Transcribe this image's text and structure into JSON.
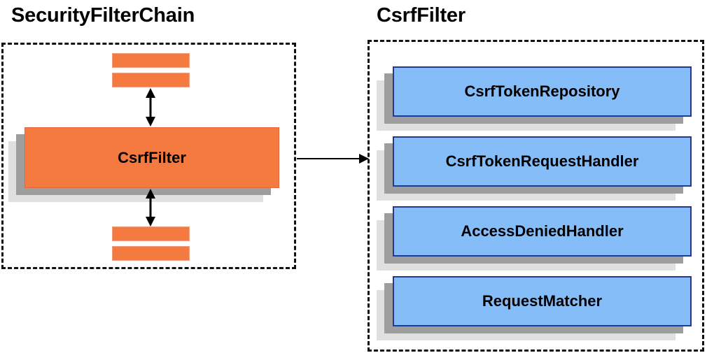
{
  "diagram": {
    "type": "architecture-block-diagram",
    "background_color": "#ffffff",
    "accent_orange": "#f47a40",
    "accent_blue": "#85bdf9",
    "blue_border": "#1f3b91",
    "shadow_near": "#9e9e9e",
    "shadow_far": "#e0e0e0",
    "border_style": "dashed"
  },
  "left_panel": {
    "title": "SecurityFilterChain",
    "stubs_top": [
      "",
      ""
    ],
    "main_node": {
      "label": "CsrfFilter",
      "color": "#f47a40"
    },
    "stubs_bottom": [
      "",
      ""
    ],
    "arrows": [
      {
        "name": "arrow-top-bidirectional",
        "direction": "both",
        "orientation": "vertical"
      },
      {
        "name": "arrow-bottom-bidirectional",
        "direction": "both",
        "orientation": "vertical"
      }
    ]
  },
  "connector": {
    "name": "left-to-right-connector",
    "direction": "right",
    "from": "SecurityFilterChain",
    "to": "CsrfFilter"
  },
  "right_panel": {
    "title": "CsrfFilter",
    "nodes": [
      {
        "label": "CsrfTokenRepository",
        "color": "#85bdf9"
      },
      {
        "label": "CsrfTokenRequestHandler",
        "color": "#85bdf9"
      },
      {
        "label": "AccessDeniedHandler",
        "color": "#85bdf9"
      },
      {
        "label": "RequestMatcher",
        "color": "#85bdf9"
      }
    ]
  }
}
